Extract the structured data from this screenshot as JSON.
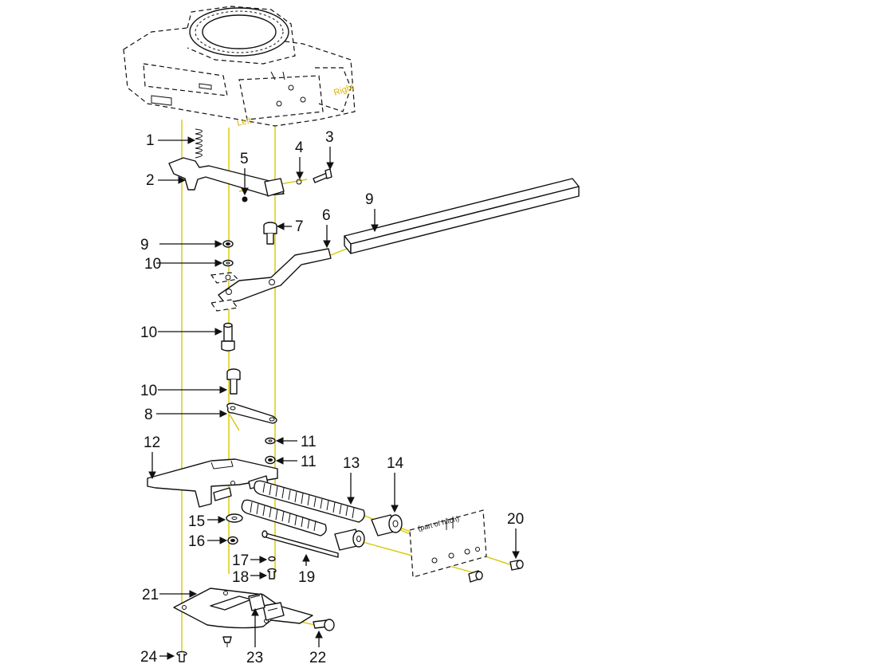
{
  "side_labels": {
    "left": "Left",
    "right": "Right"
  },
  "hitch_note": "(part of hitch)",
  "callouts": [
    {
      "id": "c1",
      "label": "1"
    },
    {
      "id": "c2",
      "label": "2"
    },
    {
      "id": "c3",
      "label": "3"
    },
    {
      "id": "c4",
      "label": "4"
    },
    {
      "id": "c5",
      "label": "5"
    },
    {
      "id": "c6",
      "label": "6"
    },
    {
      "id": "c7",
      "label": "7"
    },
    {
      "id": "c8",
      "label": "8"
    },
    {
      "id": "c9a",
      "label": "9"
    },
    {
      "id": "c9b",
      "label": "9"
    },
    {
      "id": "c10a",
      "label": "10"
    },
    {
      "id": "c10b",
      "label": "10"
    },
    {
      "id": "c10c",
      "label": "10"
    },
    {
      "id": "c11a",
      "label": "11"
    },
    {
      "id": "c11b",
      "label": "11"
    },
    {
      "id": "c12",
      "label": "12"
    },
    {
      "id": "c13",
      "label": "13"
    },
    {
      "id": "c14",
      "label": "14"
    },
    {
      "id": "c15",
      "label": "15"
    },
    {
      "id": "c16",
      "label": "16"
    },
    {
      "id": "c17",
      "label": "17"
    },
    {
      "id": "c18",
      "label": "18"
    },
    {
      "id": "c19",
      "label": "19"
    },
    {
      "id": "c20",
      "label": "20"
    },
    {
      "id": "c21",
      "label": "21"
    },
    {
      "id": "c22",
      "label": "22"
    },
    {
      "id": "c23",
      "label": "23"
    },
    {
      "id": "c24",
      "label": "24"
    }
  ],
  "colors": {
    "guide_line": "#d8c800",
    "label_accent": "#d8b400",
    "ink": "#111111"
  }
}
